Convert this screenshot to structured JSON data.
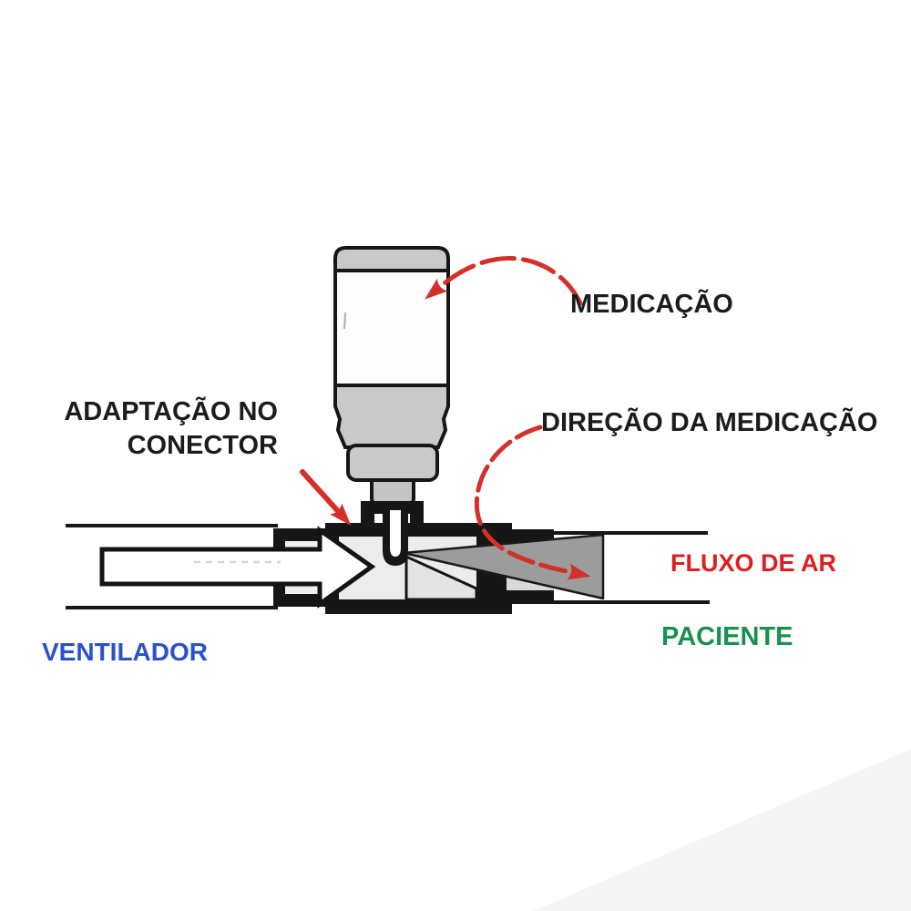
{
  "diagram": {
    "labels": {
      "medication": "MEDICAÇÃO",
      "adapter_line1": "ADAPTAÇÃO NO",
      "adapter_line2": "CONECTOR",
      "medication_direction": "DIREÇÃO DA MEDICAÇÃO",
      "air_flow": "FLUXO DE AR",
      "ventilator": "VENTILADOR",
      "patient": "PACIENTE"
    },
    "colors": {
      "label_black": "#1c1c1c",
      "arrow_red": "#d23029",
      "airflow_red": "#dc1f1f",
      "ventilator_blue": "#2a52c8",
      "patient_green": "#18914f",
      "device_gray": "#c9c9c9",
      "wedge_gray": "#9c9c9c",
      "outline_black": "#161616",
      "interior_gray": "#ececec",
      "shade_gray": "#f5f5f5"
    },
    "icons": {
      "medication_arrow": "curved-dashed-red-arrow",
      "adapter_arrow": "straight-red-arrow",
      "direction_arrow": "curved-dashed-red-arrow",
      "air_flow_arrow": "white-outline-right-arrow",
      "medication_flow_wedge": "gray-expanding-wedge"
    }
  }
}
